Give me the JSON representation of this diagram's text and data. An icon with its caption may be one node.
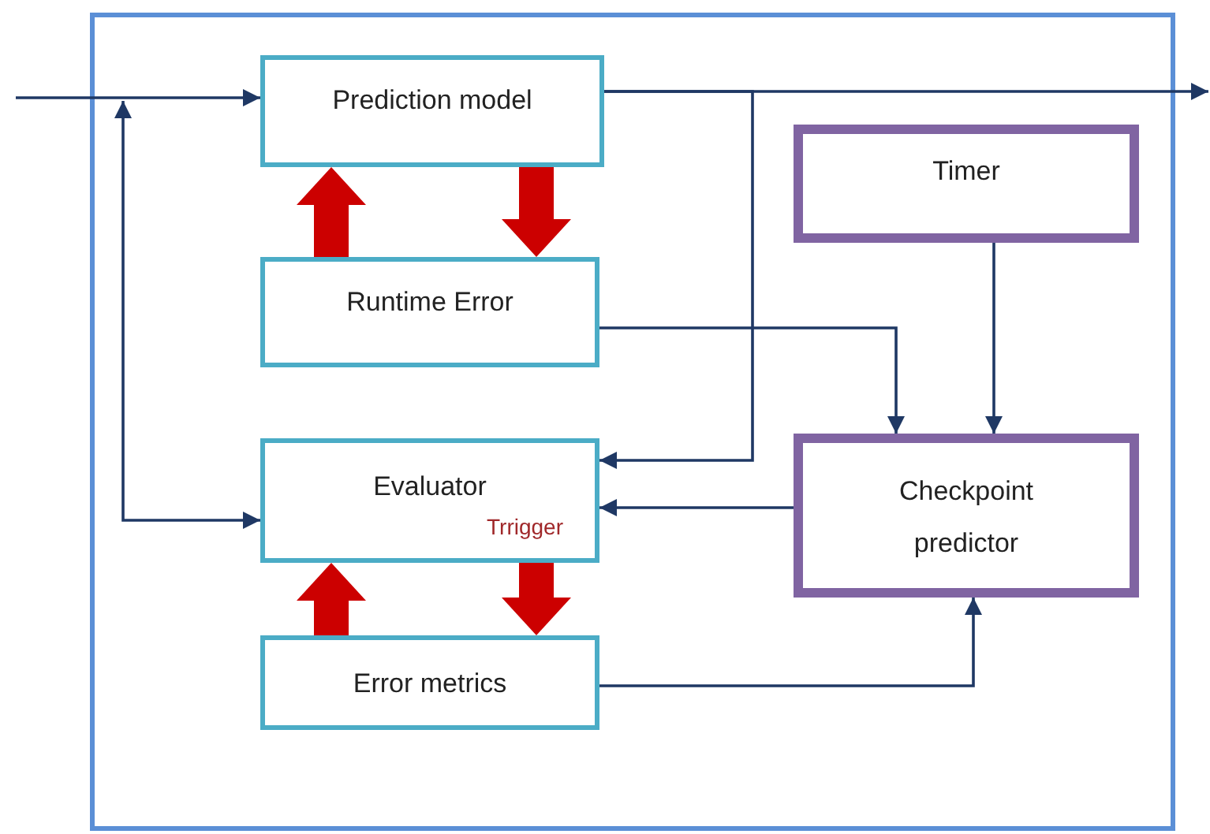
{
  "diagram": {
    "nodes": [
      {
        "text": [],
        "shape": "box"
      },
      {
        "text": [
          "Prediction model"
        ],
        "in": 0
      },
      {
        "text": [
          "Runtime Error"
        ],
        "in": 0
      },
      {
        "text": [
          "Timer"
        ],
        "in": 0
      },
      {
        "text": [
          "Evaluator",
          "Trrigger"
        ],
        "in": 0
      },
      {
        "text": [
          "Checkpoint predictor"
        ],
        "in": 0
      },
      {
        "text": [
          "Error metrics"
        ],
        "in": 0
      }
    ],
    "edges": [
      {
        "from": null,
        "to": 1,
        "arrow": "to"
      },
      {
        "from": 1,
        "to": null,
        "arrow": "to"
      },
      {
        "from": 1,
        "to": 4,
        "arrow": "to"
      },
      {
        "from": null,
        "to": 4,
        "arrow": "both"
      },
      {
        "from": 2,
        "to": 1,
        "arrow": "to",
        "style": "thick",
        "color": "#cc0000"
      },
      {
        "from": 1,
        "to": 2,
        "arrow": "to",
        "style": "thick",
        "color": "#cc0000"
      },
      {
        "from": 2,
        "to": 5,
        "arrow": "to"
      },
      {
        "from": 3,
        "to": 5,
        "arrow": "to"
      },
      {
        "from": 5,
        "to": 4,
        "arrow": "to"
      },
      {
        "from": 6,
        "to": 4,
        "arrow": "to",
        "style": "thick",
        "color": "#cc0000"
      },
      {
        "from": 4,
        "to": 6,
        "arrow": "to",
        "style": "thick",
        "color": "#cc0000"
      },
      {
        "from": 6,
        "to": 5,
        "arrow": "to"
      }
    ]
  }
}
